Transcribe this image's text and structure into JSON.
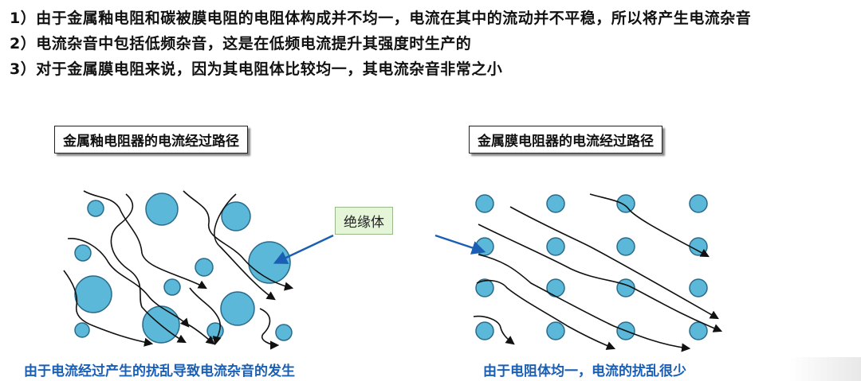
{
  "statements": [
    "1）由于金属釉电阻和碳被膜电阻的电阻体构成并不均一，电流在其中的流动并不平稳，所以将产生电流杂音",
    "2）电流杂音中包括低频杂音，这是在低频电流提升其强度时生产的",
    "3）对于金属膜电阻来说，因为其电阻体比较均一，其电流杂音非常之小"
  ],
  "left_panel": {
    "title": "金属釉电阻器的电流经过路径",
    "caption": "由于电流经过产生的扰乱导致电流杂音的发生"
  },
  "right_panel": {
    "title": "金属膜电阻器的电流经过路径",
    "caption": "由于电阻体均一，电流的扰乱很少"
  },
  "insulator_label": "绝缘体",
  "colors": {
    "particle_fill": "#5bb8d8",
    "particle_stroke": "#2a6a8a",
    "caption": "#1a5fb4",
    "arrow": "#1a5fb4",
    "insulator_bg": "#e5f5d8"
  }
}
